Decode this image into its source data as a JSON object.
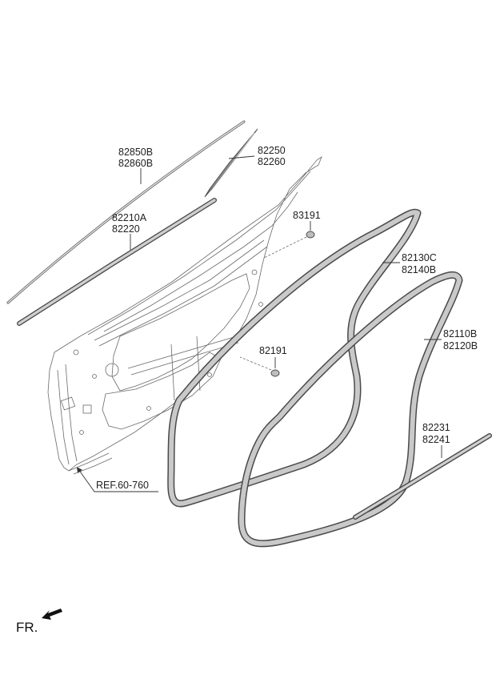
{
  "callouts": [
    {
      "id": "moulding-upper",
      "lines": [
        "82850B",
        "82860B"
      ]
    },
    {
      "id": "delta-cover",
      "lines": [
        "82250",
        "82260"
      ]
    },
    {
      "id": "beltline-weatherstrip",
      "lines": [
        "82210A",
        "82220"
      ]
    },
    {
      "id": "plug-upper",
      "lines": [
        "83191"
      ]
    },
    {
      "id": "body-weatherstrip",
      "lines": [
        "82130C",
        "82140B"
      ]
    },
    {
      "id": "door-weatherstrip",
      "lines": [
        "82110B",
        "82120B"
      ]
    },
    {
      "id": "plug-lower",
      "lines": [
        "82191"
      ]
    },
    {
      "id": "sill-weatherstrip",
      "lines": [
        "82231",
        "82241"
      ]
    }
  ],
  "reference": "REF.60-760",
  "direction": "FR.",
  "colors": {
    "line": "#555555",
    "seal_fill": "#c9c9c9",
    "seal_edge": "#4a4a4a",
    "text": "#222222"
  }
}
